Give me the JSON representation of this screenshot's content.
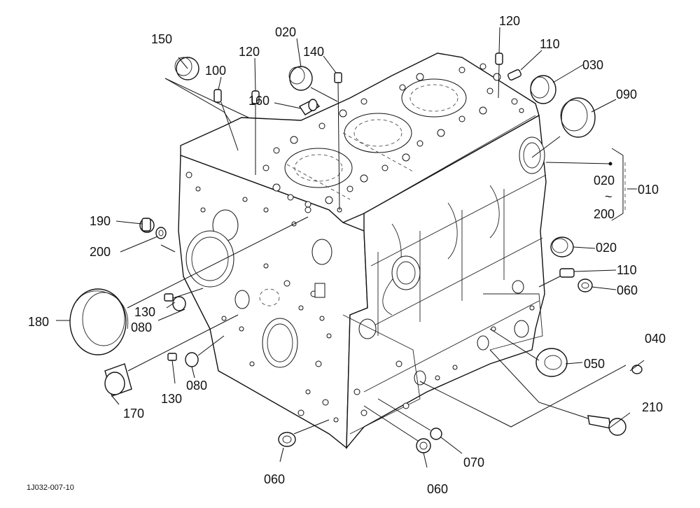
{
  "drawing_code": "1J032-007-10",
  "callouts": {
    "c150": "150",
    "c100": "100",
    "c120a": "120",
    "c020a": "020",
    "c140": "140",
    "c120b": "120",
    "c110a": "110",
    "c030": "030",
    "c090": "090",
    "c160": "160",
    "c020b": "020",
    "tilde": "~",
    "c200b": "200",
    "c010": "010",
    "c190": "190",
    "c200a": "200",
    "c020c": "020",
    "c110b": "110",
    "c060a": "060",
    "c130a": "130",
    "c080a": "080",
    "c180": "180",
    "c040": "040",
    "c050": "050",
    "c130b": "130",
    "c080b": "080",
    "c170": "170",
    "c210": "210",
    "c060b": "060",
    "c070": "070",
    "c060c": "060"
  }
}
